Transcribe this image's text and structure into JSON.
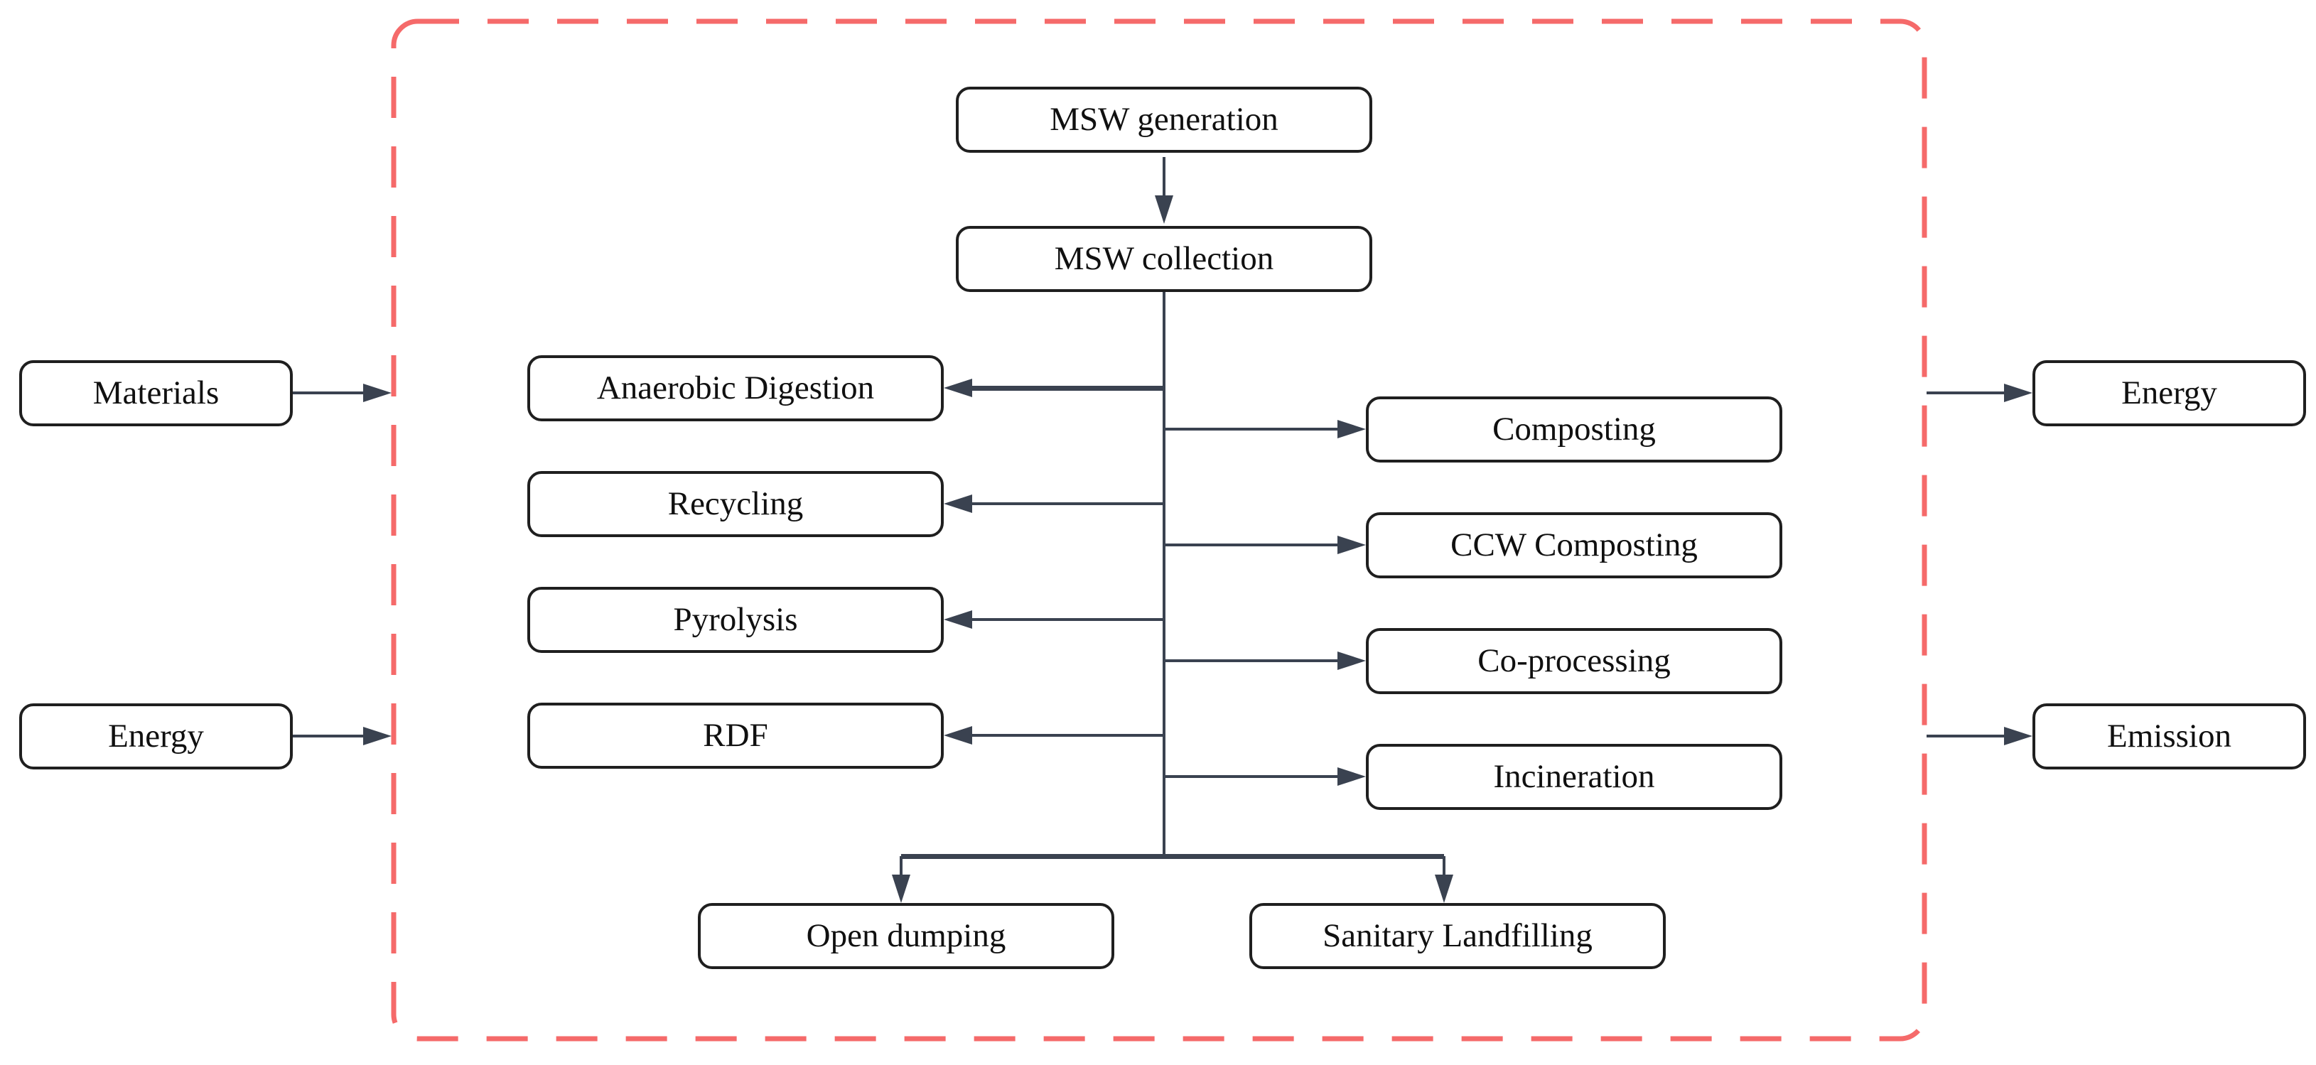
{
  "diagram_colors": {
    "connector": "#3a4250",
    "box_border": "#1f1f1f",
    "box_fill": "#ffffff",
    "boundary_dash": "#f56a6a",
    "text": "#101010"
  },
  "nodes": {
    "msw_generation": "MSW generation",
    "msw_collection": "MSW collection",
    "anaerobic_digestion": "Anaerobic Digestion",
    "recycling": "Recycling",
    "pyrolysis": "Pyrolysis",
    "rdf": "RDF",
    "composting": "Composting",
    "ccw_composting": "CCW Composting",
    "co_processing": "Co-processing",
    "incineration": "Incineration",
    "open_dumping": "Open dumping",
    "sanitary_landfilling": "Sanitary Landfilling"
  },
  "external_nodes": {
    "materials_input": "Materials",
    "energy_input": "Energy",
    "energy_output": "Energy",
    "emission_output": "Emission"
  }
}
